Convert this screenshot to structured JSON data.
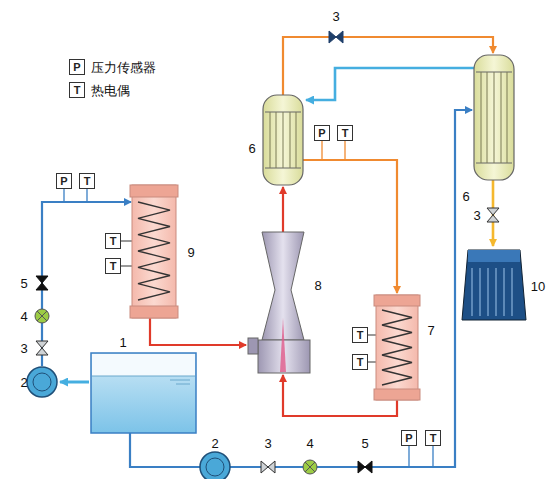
{
  "diagram": {
    "nodes": [
      {
        "text": [
          "P"
        ]
      },
      {
        "text": [
          "T"
        ]
      },
      {
        "text": [
          "P"
        ]
      },
      {
        "text": [
          "T"
        ]
      },
      {
        "text": [
          "P"
        ]
      },
      {
        "text": [
          "T"
        ]
      },
      {
        "text": [
          "T"
        ]
      },
      {
        "text": [
          "T"
        ]
      },
      {
        "text": [
          "T"
        ]
      },
      {
        "text": [
          "T"
        ]
      },
      {
        "text": [
          "P"
        ]
      },
      {
        "text": [
          "T"
        ]
      }
    ],
    "labels": [
      "3",
      "6",
      "6",
      "3",
      "10",
      "9",
      "8",
      "7",
      "5",
      "4",
      "3",
      "1",
      "2",
      "2",
      "3",
      "4",
      "5"
    ],
    "legend": [
      {
        "text": "压力传感器"
      },
      {
        "text": "热电偶"
      }
    ]
  }
}
